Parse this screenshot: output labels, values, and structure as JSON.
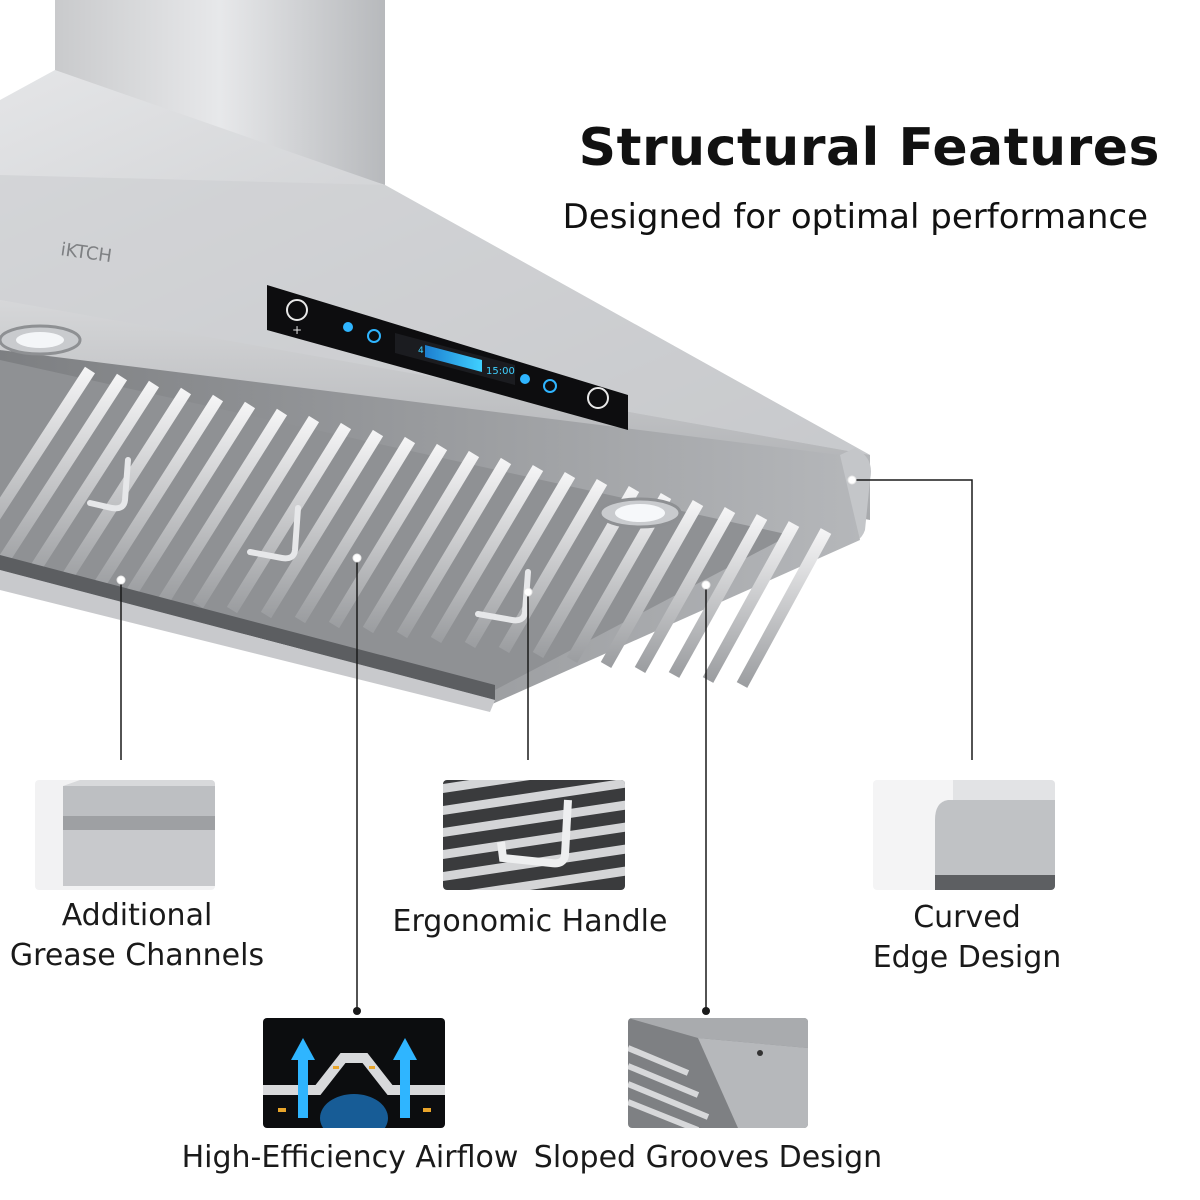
{
  "brand": "iKTCH",
  "header": {
    "title": "Structural Features",
    "subtitle": "Designed for optimal performance"
  },
  "panel": {
    "display_level": "4",
    "display_time": "15:00"
  },
  "features": [
    {
      "id": "grease",
      "line1": "Additional",
      "line2": "Grease Channels"
    },
    {
      "id": "handle",
      "line1": "Ergonomic Handle"
    },
    {
      "id": "curved",
      "line1": "Curved",
      "line2": "Edge Design"
    },
    {
      "id": "airflow",
      "line1": "High-Efficiency Airflow"
    },
    {
      "id": "sloped",
      "line1": "Sloped Grooves Design"
    }
  ],
  "colors": {
    "steel_light": "#d9dadc",
    "steel_mid": "#a9abae",
    "steel_dark": "#6b6d70",
    "panel_black": "#0d0d0f",
    "accent_blue": "#2fb5ff"
  }
}
